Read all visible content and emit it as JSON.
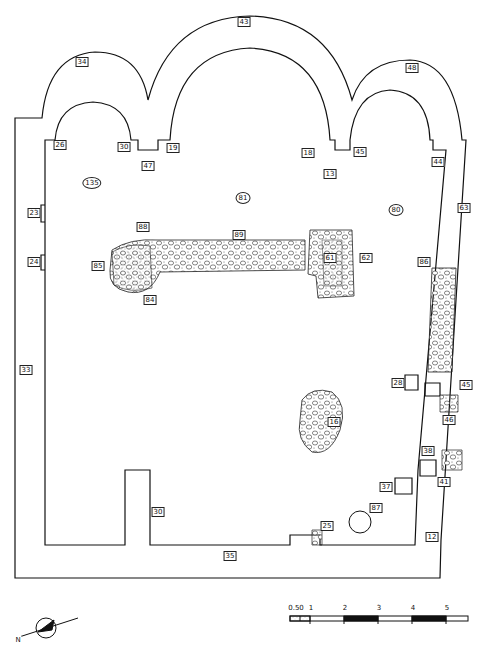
{
  "diagram": {
    "labels": [
      "34",
      "43",
      "48",
      "26",
      "30",
      "47",
      "19",
      "18",
      "13",
      "45",
      "44",
      "135",
      "81",
      "80",
      "23",
      "24",
      "88",
      "85",
      "89",
      "84",
      "61",
      "62",
      "63",
      "86",
      "28",
      "45",
      "46",
      "16",
      "33",
      "30",
      "35",
      "25",
      "87",
      "37",
      "12",
      "38",
      "41",
      "0.50",
      "1",
      "2",
      "3",
      "4",
      "5",
      "N"
    ]
  }
}
